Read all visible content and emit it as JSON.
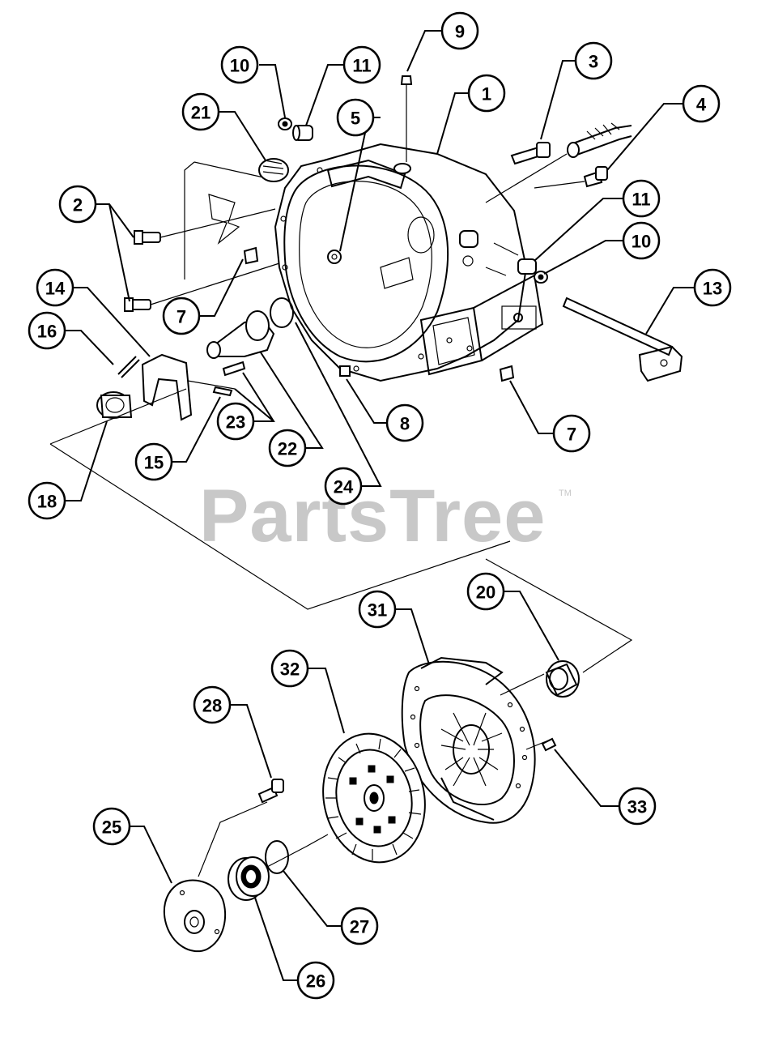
{
  "watermark": {
    "text": "PartsTree",
    "trademark": "TM"
  },
  "callouts": [
    "1",
    "2",
    "3",
    "4",
    "5",
    "7",
    "7",
    "8",
    "9",
    "10",
    "10",
    "11",
    "11",
    "13",
    "14",
    "15",
    "16",
    "18",
    "20",
    "21",
    "22",
    "23",
    "24",
    "25",
    "26",
    "27",
    "28",
    "31",
    "32",
    "33"
  ],
  "colors": {
    "line": "#000000",
    "background": "#ffffff",
    "watermark": "#c8c8c8"
  }
}
